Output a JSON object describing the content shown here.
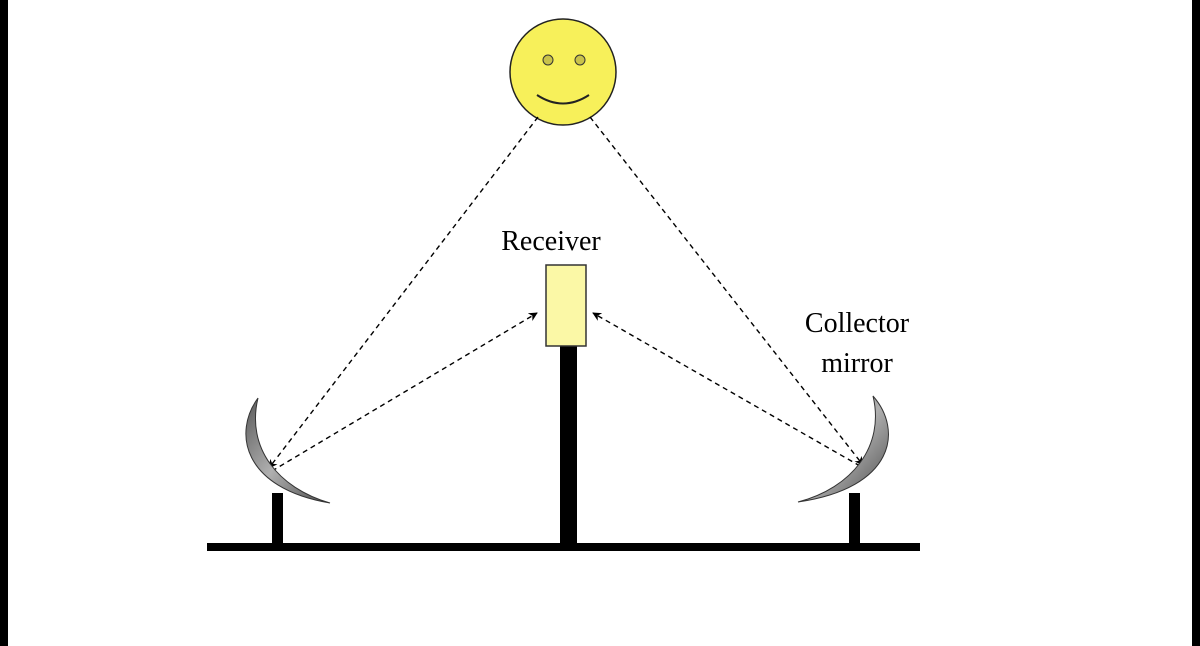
{
  "labels": {
    "receiver": "Receiver",
    "collector_line1": "Collector",
    "collector_line2": "mirror"
  },
  "colors": {
    "sun_fill": "#f7f05a",
    "receiver_fill": "#fbf8a6",
    "mirror_fill": "#8a8a8a",
    "ground": "#000000"
  },
  "icons": {
    "sun": "smiling-sun-icon"
  }
}
